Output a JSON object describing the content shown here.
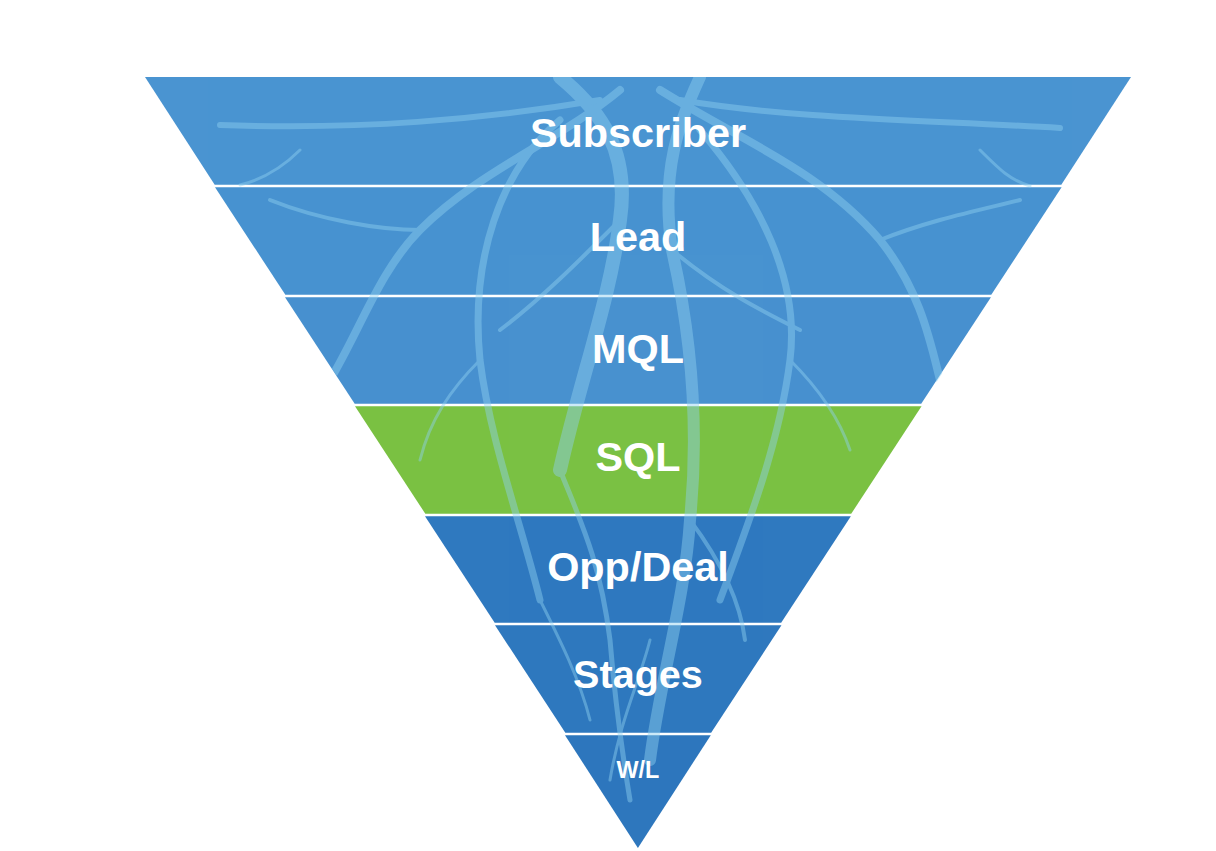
{
  "diagram": {
    "nodes": [
      {
        "text": [
          "Subscriber"
        ]
      },
      {
        "text": [
          "Lead"
        ]
      },
      {
        "text": [
          "MQL"
        ]
      },
      {
        "text": [
          "SQL"
        ]
      },
      {
        "text": [
          "Opp/Deal"
        ]
      },
      {
        "text": [
          "Stages"
        ]
      },
      {
        "text": [
          "W/L"
        ]
      }
    ]
  }
}
